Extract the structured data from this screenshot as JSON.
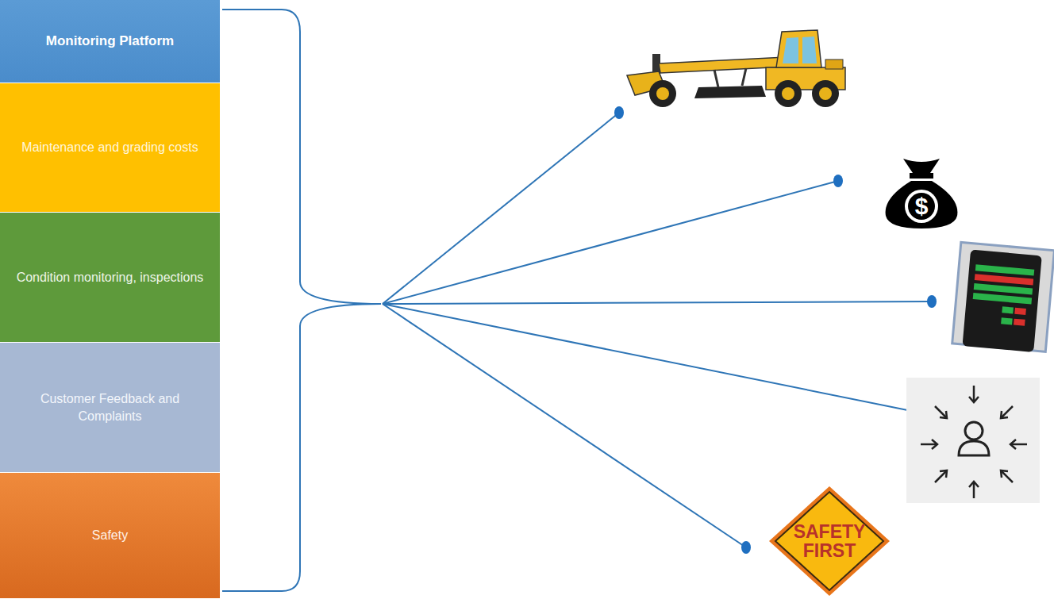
{
  "diagram": {
    "nodes": [
      {
        "text": [
          "Monitoring Platform"
        ]
      },
      {
        "text": [
          "Maintenance and grading costs"
        ]
      },
      {
        "text": [
          "Condition monitoring, inspections"
        ]
      },
      {
        "text": [
          "Customer Feedback and Complaints"
        ]
      },
      {
        "text": [
          "Safety"
        ]
      },
      {
        "text": [
          "SAFETY FIRST"
        ]
      }
    ],
    "labels": [
      "$"
    ]
  }
}
